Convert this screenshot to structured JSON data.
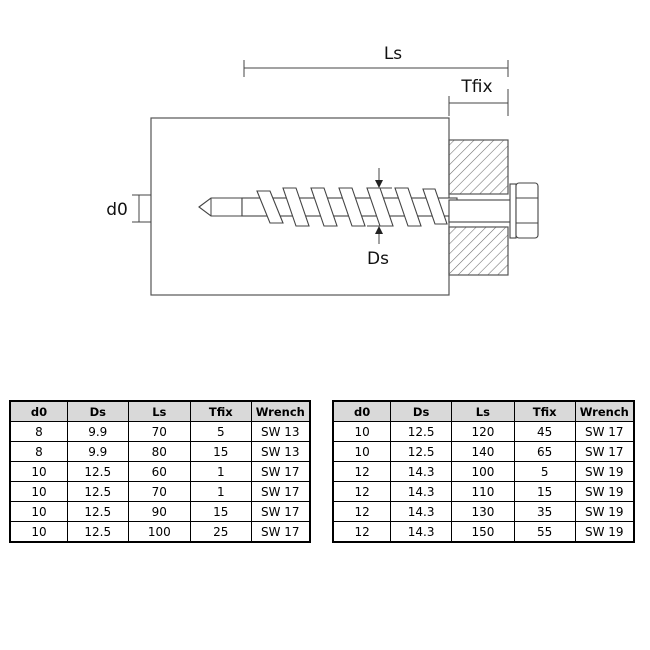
{
  "labels": {
    "ls": "Ls",
    "tfix": "Tfix",
    "d0": "d0",
    "ds": "Ds"
  },
  "columns": [
    "d0",
    "Ds",
    "Ls",
    "Tfix",
    "Wrench"
  ],
  "table_left": [
    [
      "8",
      "9.9",
      "70",
      "5",
      "SW 13"
    ],
    [
      "8",
      "9.9",
      "80",
      "15",
      "SW 13"
    ],
    [
      "10",
      "12.5",
      "60",
      "1",
      "SW 17"
    ],
    [
      "10",
      "12.5",
      "70",
      "1",
      "SW 17"
    ],
    [
      "10",
      "12.5",
      "90",
      "15",
      "SW 17"
    ],
    [
      "10",
      "12.5",
      "100",
      "25",
      "SW 17"
    ]
  ],
  "table_right": [
    [
      "10",
      "12.5",
      "120",
      "45",
      "SW 17"
    ],
    [
      "10",
      "12.5",
      "140",
      "65",
      "SW 17"
    ],
    [
      "12",
      "14.3",
      "100",
      "5",
      "SW 19"
    ],
    [
      "12",
      "14.3",
      "110",
      "15",
      "SW 19"
    ],
    [
      "12",
      "14.3",
      "130",
      "35",
      "SW 19"
    ],
    [
      "12",
      "14.3",
      "150",
      "55",
      "SW 19"
    ]
  ]
}
